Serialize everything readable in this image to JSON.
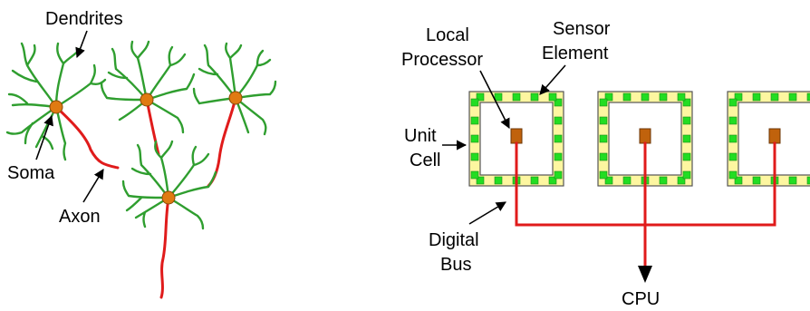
{
  "labels": {
    "dendrites": "Dendrites",
    "soma": "Soma",
    "axon": "Axon",
    "local_processor_line1": "Local",
    "local_processor_line2": "Processor",
    "sensor_element_line1": "Sensor",
    "sensor_element_line2": "Element",
    "unit_cell_line1": "Unit",
    "unit_cell_line2": "Cell",
    "digital_bus_line1": "Digital",
    "digital_bus_line2": "Bus",
    "cpu": "CPU"
  },
  "colors": {
    "dendrite": "#2f9e2f",
    "axon": "#e01b1b",
    "soma": "#e07a12",
    "cell_frame": "#fdf6a0",
    "sensor_element": "#22dd22",
    "processor": "#c0620c",
    "bus": "#e01b1b"
  }
}
